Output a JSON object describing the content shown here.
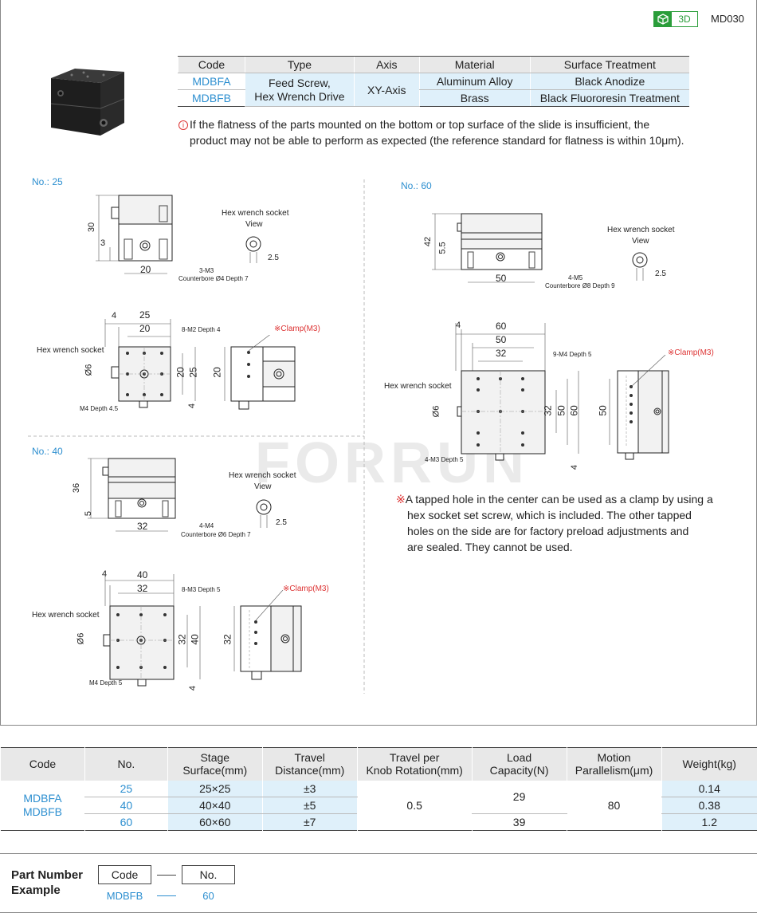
{
  "header": {
    "badge_3d": "3D",
    "part_code": "MD030"
  },
  "spec_table": {
    "headers": [
      "Code",
      "Type",
      "Axis",
      "Material",
      "Surface Treatment"
    ],
    "rows": [
      {
        "code": "MDBFA",
        "material": "Aluminum Alloy",
        "surface": "Black Anodize"
      },
      {
        "code": "MDBFB",
        "material": "Brass",
        "surface": "Black Fluororesin Treatment"
      }
    ],
    "type_line1": "Feed Screw,",
    "type_line2": "Hex Wrench Drive",
    "axis": "XY-Axis"
  },
  "note_flatness": {
    "icon": "i",
    "line1": "If the flatness of the parts mounted on the bottom or top surface of the slide is insufficient, the",
    "line2": "product may not be able to perform as expected (the reference standard for flatness is within 10μm)."
  },
  "drawings": {
    "no25": {
      "label": "No.: 25",
      "dim_30": "30",
      "dim_3": "3",
      "dim_20": "20",
      "counterbore1": "3-M3",
      "counterbore2": "Counterbore Ø4 Depth 7",
      "socket_view1": "Hex wrench socket",
      "socket_view2": "View",
      "dim_2_5": "2.5",
      "dim_4": "4",
      "dim_25": "25",
      "dim_20b": "20",
      "holes": "8-M2 Depth 4",
      "hex_socket": "Hex wrench socket",
      "dim_6": "Ø6",
      "dim_20c": "20",
      "dim_25b": "25",
      "m4": "M4 Depth 4.5",
      "dim_4b": "4",
      "clamp": "※Clamp(M3)",
      "dim_20d": "20"
    },
    "no40": {
      "label": "No.: 40",
      "dim_36": "36",
      "dim_5": "5",
      "dim_32": "32",
      "counterbore1": "4-M4",
      "counterbore2": "Counterbore Ø6 Depth 7",
      "socket_view1": "Hex wrench socket",
      "socket_view2": "View",
      "dim_2_5": "2.5",
      "dim_4": "4",
      "dim_40": "40",
      "dim_32b": "32",
      "holes": "8-M3 Depth 5",
      "hex_socket": "Hex wrench socket",
      "dim_6": "Ø6",
      "dim_32c": "32",
      "dim_40b": "40",
      "m4": "M4 Depth 5",
      "dim_4b": "4",
      "clamp": "※Clamp(M3)",
      "dim_32d": "32"
    },
    "no60": {
      "label": "No.: 60",
      "dim_42": "42",
      "dim_5_5": "5.5",
      "dim_50": "50",
      "counterbore1": "4-M5",
      "counterbore2": "Counterbore Ø8 Depth 9",
      "socket_view1": "Hex wrench socket",
      "socket_view2": "View",
      "dim_2_5": "2.5",
      "dim_4": "4",
      "dim_60": "60",
      "dim_50b": "50",
      "dim_32": "32",
      "holes": "9-M4 Depth 5",
      "hex_socket": "Hex wrench socket",
      "dim_6": "Ø6",
      "dim_32b": "32",
      "dim_50c": "50",
      "dim_60b": "60",
      "m3": "4-M3 Depth 5",
      "dim_4b": "4",
      "clamp": "※Clamp(M3)",
      "dim_50d": "50"
    }
  },
  "note_clamp": {
    "mark": "※",
    "line1": "A tapped hole in the center can be used as a clamp by using a",
    "line2": "hex socket set screw, which is included. The other tapped",
    "line3": "holes on the side are for factory preload adjustments and",
    "line4": "are sealed. They cannot be used."
  },
  "watermark": "FORRUN",
  "bottom_table": {
    "headers": [
      "Code",
      "No.",
      "Stage\nSurface(mm)",
      "Travel\nDistance(mm)",
      "Travel per\nKnob Rotation(mm)",
      "Load\nCapacity(N)",
      "Motion\nParallelism(μm)",
      "Weight(kg)"
    ],
    "code_a": "MDBFA",
    "code_b": "MDBFB",
    "rows": [
      {
        "no": "25",
        "stage": "25×25",
        "travel": "±3",
        "weight": "0.14"
      },
      {
        "no": "40",
        "stage": "40×40",
        "travel": "±5",
        "weight": "0.38"
      },
      {
        "no": "60",
        "stage": "60×60",
        "travel": "±7",
        "weight": "1.2"
      }
    ],
    "knob": "0.5",
    "load_a": "29",
    "load_b": "39",
    "parallelism": "80"
  },
  "part_number": {
    "label_line1": "Part Number",
    "label_line2": "Example",
    "code_header": "Code",
    "no_header": "No.",
    "code_value": "MDBFB",
    "no_value": "60"
  }
}
